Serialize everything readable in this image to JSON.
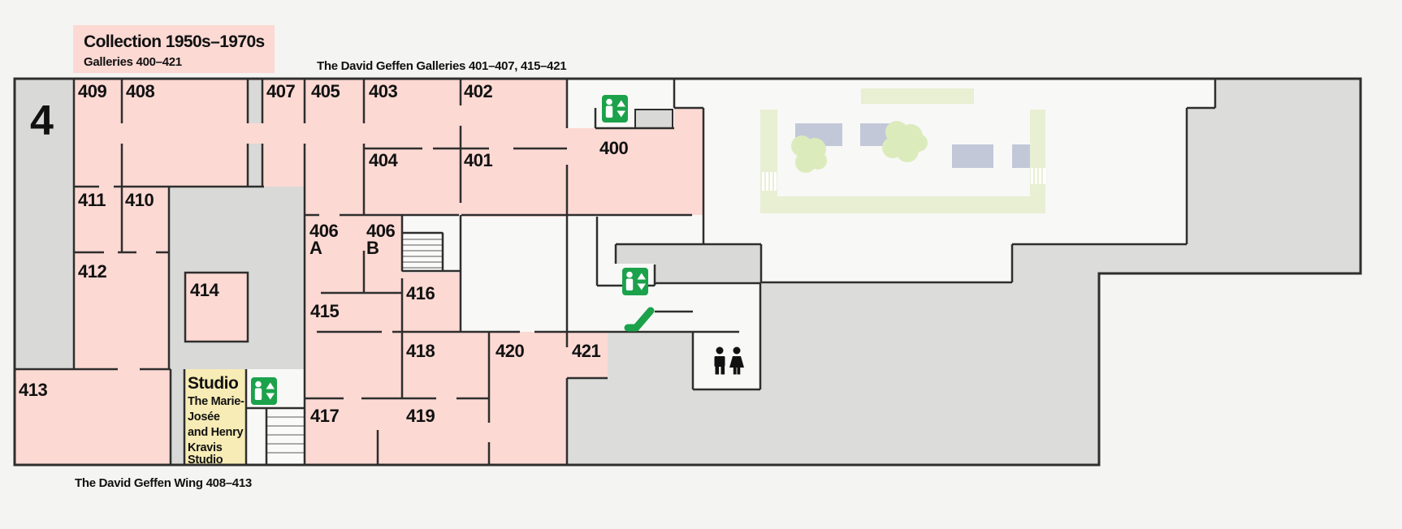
{
  "header": {
    "title": "Collection 1950s–1970s",
    "subtitle": "Galleries 400–421",
    "galleries_caption": "The David Geffen Galleries 401–407, 415–421"
  },
  "footer": {
    "wing_caption": "The David Geffen Wing 408–413"
  },
  "floor": {
    "number": "4"
  },
  "studio": {
    "heading": "Studio",
    "lines": [
      "The Marie-",
      "Josée",
      "and Henry",
      "Kravis",
      "Studio"
    ]
  },
  "rooms": {
    "r400": "400",
    "r401": "401",
    "r402": "402",
    "r403": "403",
    "r404": "404",
    "r405": "405",
    "r406a": [
      "406",
      "A"
    ],
    "r406b": [
      "406",
      "B"
    ],
    "r407": "407",
    "r408": "408",
    "r409": "409",
    "r410": "410",
    "r411": "411",
    "r412": "412",
    "r413": "413",
    "r414": "414",
    "r415": "415",
    "r416": "416",
    "r417": "417",
    "r418": "418",
    "r419": "419",
    "r420": "420",
    "r421": "421"
  },
  "icons": {
    "elevator": "elevator-icon",
    "escalator": "escalator-icon",
    "restroom": "restroom-icon",
    "stairs": "stairs"
  },
  "colors": {
    "gallery_pink": "#fcd9d3",
    "service_gray": "#d9d9d7",
    "building_white": "#f8f8f7",
    "wall": "#2e2e2e",
    "icon_green": "#1ba24b",
    "studio_yellow": "#f7ecb5",
    "planter_green": "#e8efd3",
    "tree_green": "#dcebbc",
    "bench_blue": "#c2c8d8"
  }
}
